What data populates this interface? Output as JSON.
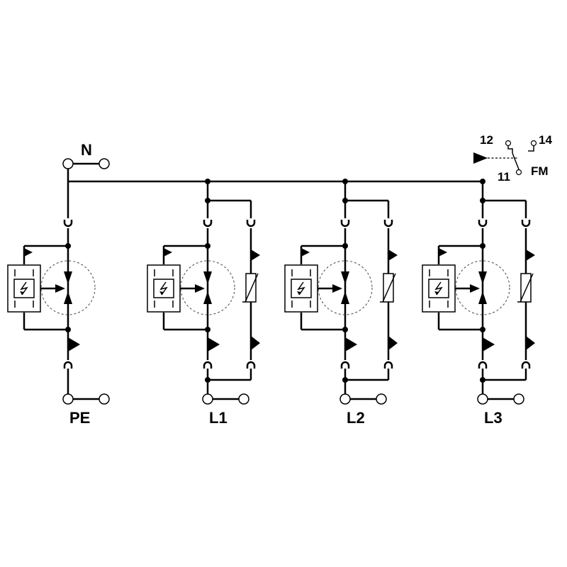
{
  "terminals": {
    "neutral": "N",
    "protective_earth": "PE",
    "phases": [
      "L1",
      "L2",
      "L3"
    ]
  },
  "signal_contact": {
    "label": "FM",
    "pins": {
      "common": "11",
      "nc": "12",
      "no": "14"
    }
  }
}
